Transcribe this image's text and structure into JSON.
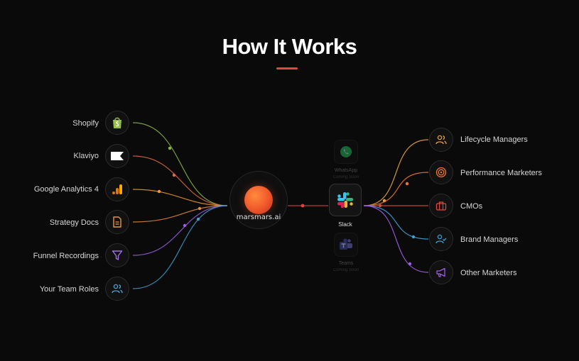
{
  "title": "How It Works",
  "accent_color": "#e0473c",
  "sources": [
    {
      "label": "Shopify",
      "icon": "shopify-bag-icon",
      "color": "#8db543"
    },
    {
      "label": "Klaviyo",
      "icon": "klaviyo-flag-icon",
      "color": "#e0684a"
    },
    {
      "label": "Google Analytics 4",
      "icon": "analytics-bars-icon",
      "color": "#f59a1f"
    },
    {
      "label": "Strategy Docs",
      "icon": "document-icon",
      "color": "#e08a3a"
    },
    {
      "label": "Funnel Recordings",
      "icon": "funnel-icon",
      "color": "#9b5de5"
    },
    {
      "label": "Your Team Roles",
      "icon": "team-users-icon",
      "color": "#3f9fd0"
    }
  ],
  "hub": {
    "label": "marsmars.ai"
  },
  "channels": {
    "whatsapp": {
      "label": "WhatsApp",
      "sub": "Coming Soon",
      "icon": "whatsapp-icon"
    },
    "slack": {
      "label": "Slack",
      "icon": "slack-icon"
    },
    "teams": {
      "label": "Teams",
      "sub": "Coming Soon",
      "icon": "teams-icon"
    }
  },
  "destinations": [
    {
      "label": "Lifecycle Managers",
      "icon": "users-icon",
      "color": "#e8a23a"
    },
    {
      "label": "Performance Marketers",
      "icon": "target-icon",
      "color": "#f0762a"
    },
    {
      "label": "CMOs",
      "icon": "briefcase-icon",
      "color": "#e0473c"
    },
    {
      "label": "Brand Managers",
      "icon": "user-check-icon",
      "color": "#3f9fd0"
    },
    {
      "label": "Other Marketers",
      "icon": "megaphone-icon",
      "color": "#9b5de5"
    }
  ]
}
